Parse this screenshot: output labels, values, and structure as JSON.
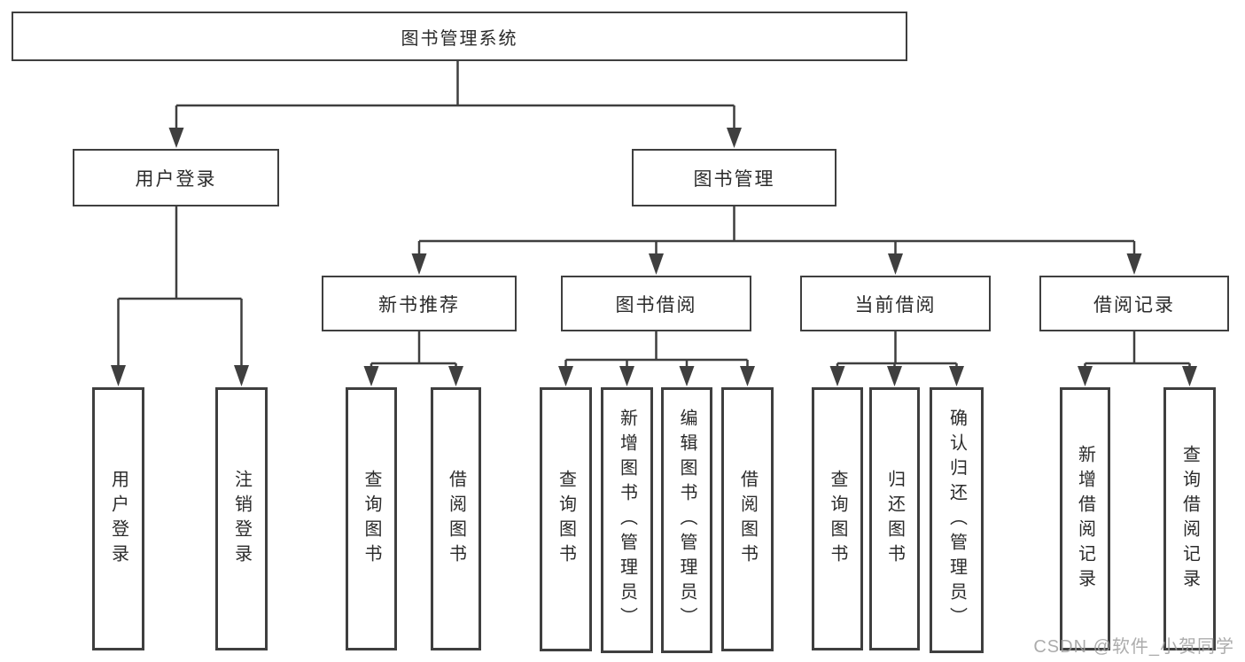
{
  "diagram": {
    "title": "图书管理系统",
    "nodes": {
      "root": "图书管理系统",
      "user_login": "用户登录",
      "book_management": "图书管理",
      "new_book_recommend": "新书推荐",
      "book_borrow": "图书借阅",
      "current_borrow": "当前借阅",
      "borrow_record": "借阅记录",
      "login": "用户登录",
      "logout": "注销登录",
      "recommend_query_book": "查询图书",
      "recommend_borrow_book": "借阅图书",
      "borrow_query_book": "查询图书",
      "borrow_add_book": "新增图书（管理员）",
      "borrow_edit_book": "编辑图书（管理员）",
      "borrow_borrow_book": "借阅图书",
      "current_query_book": "查询图书",
      "current_return_book": "归还图书",
      "current_confirm_return": "确认归还（管理员）",
      "record_add": "新增借阅记录",
      "record_query": "查询借阅记录"
    },
    "colors": {
      "line": "#3f3f3f",
      "text": "#2b2b2b",
      "background": "#ffffff",
      "watermark": "#9e9e9e"
    }
  },
  "watermark": "CSDN @软件_小贺同学"
}
